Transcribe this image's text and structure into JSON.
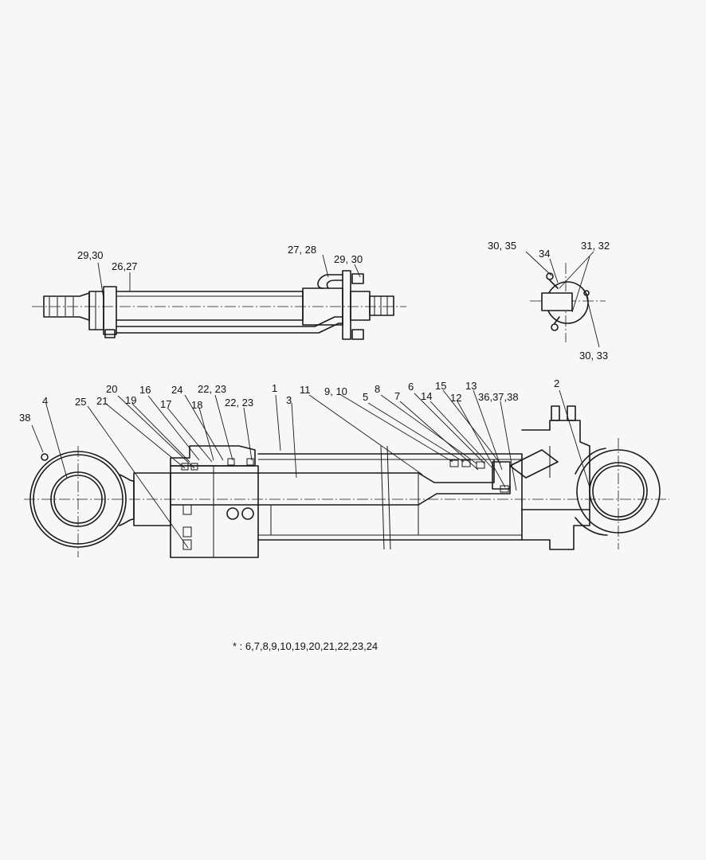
{
  "callouts": {
    "top_left_29_30": "29,30",
    "top_left_26_27": "26,27",
    "top_27_28": "27, 28",
    "top_29_30": "29, 30",
    "end_30_35": "30, 35",
    "end_34": "34",
    "end_31_32": "31, 32",
    "end_30_33": "30, 33",
    "m_38": "38",
    "m_4": "4",
    "m_25": "25",
    "m_21": "21",
    "m_20": "20",
    "m_19": "19",
    "m_16": "16",
    "m_17": "17",
    "m_24": "24",
    "m_18": "18",
    "m_22_23_a": "22, 23",
    "m_22_23_b": "22, 23",
    "m_1": "1",
    "m_3": "3",
    "m_11": "11",
    "m_9_10": "9, 10",
    "m_5": "5",
    "m_8": "8",
    "m_7": "7",
    "m_6": "6",
    "m_14": "14",
    "m_15": "15",
    "m_12": "12",
    "m_13": "13",
    "m_36_37_38": "36,37,38",
    "m_2": "2"
  },
  "footnote": "* : 6,7,8,9,10,19,20,21,22,23,24"
}
